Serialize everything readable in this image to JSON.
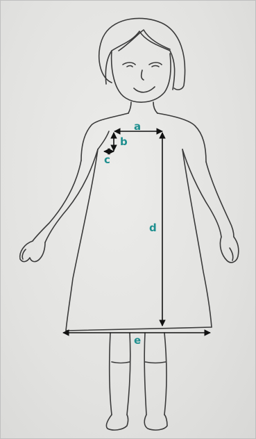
{
  "labels": {
    "a": "a",
    "b": "b",
    "c": "c",
    "d": "d",
    "e": "e"
  },
  "colors": {
    "pencil": "#3a3a3a",
    "measure_line": "#111111",
    "label": "#1f8f8f",
    "paper": "#e4e4e2"
  }
}
